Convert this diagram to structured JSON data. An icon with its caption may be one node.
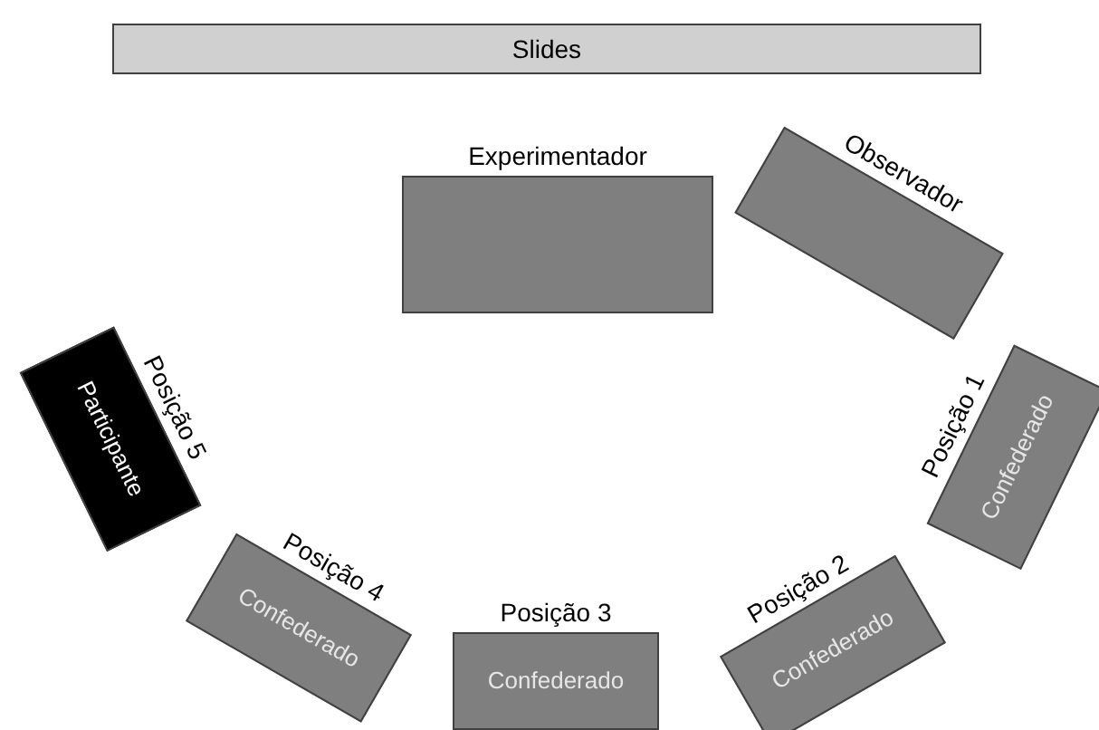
{
  "diagram": {
    "nodes": [
      {
        "text": [
          "Slides"
        ]
      },
      {
        "text": [
          "Experimentador"
        ]
      },
      {
        "text": [
          "Observador"
        ]
      },
      {
        "text": [
          "Posição 5",
          "Participante"
        ]
      },
      {
        "text": [
          "Posição 1",
          "Confederado"
        ]
      },
      {
        "text": [
          "Posição 4",
          "Confederado"
        ]
      },
      {
        "text": [
          "Posição 3",
          "Confederado"
        ]
      },
      {
        "text": [
          "Posição 2",
          "Confederado"
        ]
      }
    ]
  }
}
